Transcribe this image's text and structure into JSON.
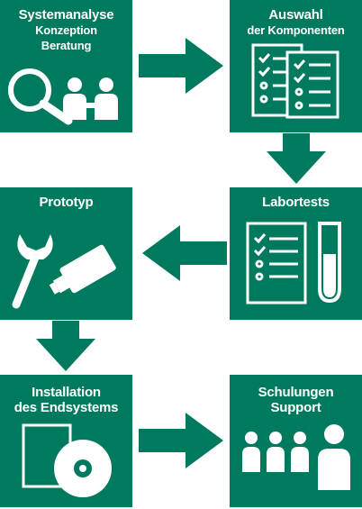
{
  "steps": [
    {
      "line1": "Systemanalyse",
      "line2": "Konzeption",
      "line3": "Beratung"
    },
    {
      "line1": "Auswahl",
      "line2": "der Komponenten"
    },
    {
      "line1": "Prototyp"
    },
    {
      "line1": "Labortests"
    },
    {
      "line1": "Installation",
      "line2": "des Endsystems"
    },
    {
      "line1": "Schulungen",
      "line2": "Support"
    }
  ],
  "colors": {
    "box": "#007a5e",
    "icon": "#ffffff"
  }
}
